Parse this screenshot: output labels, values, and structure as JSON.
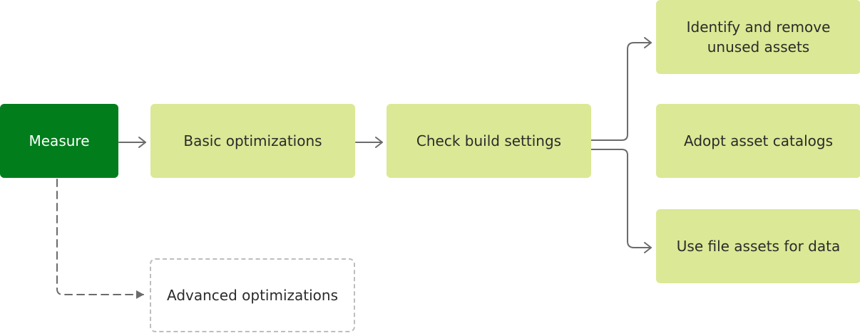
{
  "diagram": {
    "nodes": {
      "measure": {
        "label": "Measure"
      },
      "basic": {
        "label": "Basic optimizations"
      },
      "check": {
        "label": "Check build settings"
      },
      "identify": {
        "label": "Identify and remove\nunused assets"
      },
      "adopt": {
        "label": "Adopt asset catalogs"
      },
      "usefile": {
        "label": "Use file assets for data"
      },
      "advanced": {
        "label": "Advanced optimizations"
      }
    },
    "colors": {
      "primary_fill": "#017d1c",
      "step_fill": "#dbe895",
      "optional_border": "#bdbdbd",
      "connector": "#6b6b6b"
    }
  }
}
